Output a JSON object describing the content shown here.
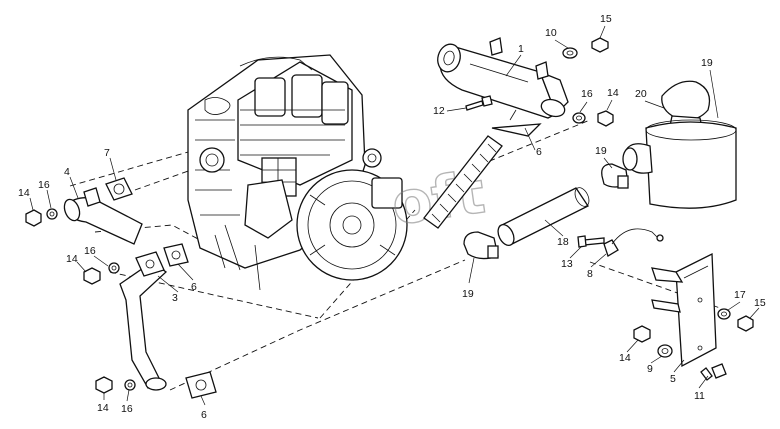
{
  "watermark": "oft",
  "callouts": [
    {
      "id": "c-15-top",
      "text": "15"
    },
    {
      "id": "c-10",
      "text": "10"
    },
    {
      "id": "c-1",
      "text": "1"
    },
    {
      "id": "c-19-top",
      "text": "19"
    },
    {
      "id": "c-16-mid",
      "text": "16"
    },
    {
      "id": "c-14-mid",
      "text": "14"
    },
    {
      "id": "c-20",
      "text": "20"
    },
    {
      "id": "c-12",
      "text": "12"
    },
    {
      "id": "c-6-mid",
      "text": "6"
    },
    {
      "id": "c-19-clamp",
      "text": "19"
    },
    {
      "id": "c-7",
      "text": "7"
    },
    {
      "id": "c-4",
      "text": "4"
    },
    {
      "id": "c-14-left",
      "text": "14"
    },
    {
      "id": "c-16-left",
      "text": "16"
    },
    {
      "id": "c-18",
      "text": "18"
    },
    {
      "id": "c-13",
      "text": "13"
    },
    {
      "id": "c-8",
      "text": "8"
    },
    {
      "id": "c-16-left2",
      "text": "16"
    },
    {
      "id": "c-14-left2",
      "text": "14"
    },
    {
      "id": "c-3",
      "text": "3"
    },
    {
      "id": "c-6-left",
      "text": "6"
    },
    {
      "id": "c-19-bottom",
      "text": "19"
    },
    {
      "id": "c-17",
      "text": "17"
    },
    {
      "id": "c-15-right",
      "text": "15"
    },
    {
      "id": "c-14-right",
      "text": "14"
    },
    {
      "id": "c-9",
      "text": "9"
    },
    {
      "id": "c-5",
      "text": "5"
    },
    {
      "id": "c-11",
      "text": "11"
    },
    {
      "id": "c-14-bottom",
      "text": "14"
    },
    {
      "id": "c-16-bottom",
      "text": "16"
    },
    {
      "id": "c-6-bottom",
      "text": "6"
    }
  ]
}
